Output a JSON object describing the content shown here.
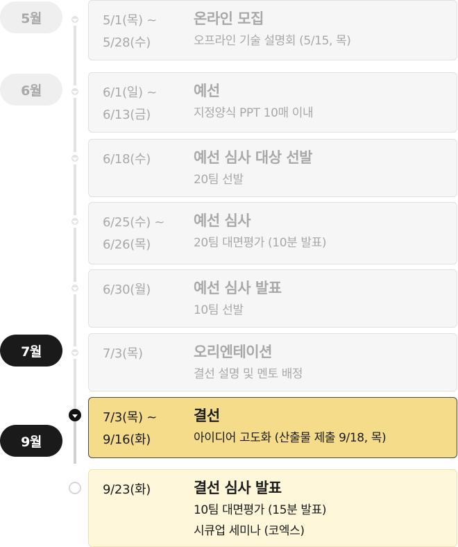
{
  "months": {
    "may": "5월",
    "june": "6월",
    "july": "7월",
    "september": "9월"
  },
  "events": [
    {
      "date_line1": "5/1(목) ~",
      "date_line2": "5/28(수)",
      "title": "온라인 모집",
      "desc_line1": "오프라인 기술 설명회 (5/15, 목)",
      "status": "past"
    },
    {
      "date_line1": "6/1(일) ~",
      "date_line2": "6/13(금)",
      "title": "예선",
      "desc_line1": "지정양식 PPT 10매 이내",
      "status": "past"
    },
    {
      "date_line1": "6/18(수)",
      "title": "예선 심사 대상 선발",
      "desc_line1": "20팀 선발",
      "status": "past"
    },
    {
      "date_line1": "6/25(수) ~",
      "date_line2": "6/26(목)",
      "title": "예선 심사",
      "desc_line1": "20팀 대면평가 (10분 발표)",
      "status": "past"
    },
    {
      "date_line1": "6/30(월)",
      "title": "예선 심사 발표",
      "desc_line1": "10팀 선발",
      "status": "past"
    },
    {
      "date_line1": "7/3(목)",
      "title": "오리엔테이션",
      "desc_line1": "결선 설명 및 멘토 배정",
      "status": "past"
    },
    {
      "date_line1": "7/3(목) ~",
      "date_line2": "9/16(화)",
      "title": "결선",
      "desc_line1": "아이디어 고도화 (산출물 제출 9/18, 목)",
      "status": "current"
    },
    {
      "date_line1": "9/23(화)",
      "title": "결선 심사 발표",
      "desc_line1": "10팀 대면평가 (15분 발표)",
      "desc_line2": "시큐업 세미나 (코엑스)",
      "status": "upcoming"
    }
  ]
}
